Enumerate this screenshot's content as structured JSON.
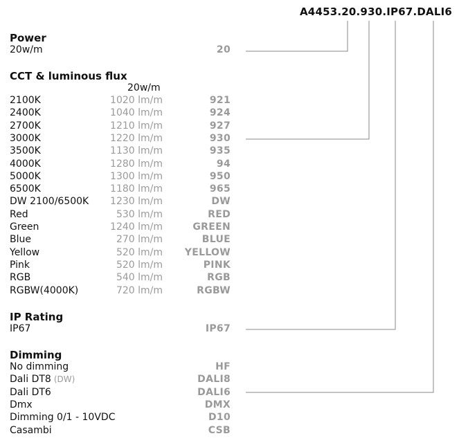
{
  "product_code": "A4453.20.930.IP67.DALI6",
  "power": {
    "heading": "Power",
    "label": "20w/m",
    "code": "20"
  },
  "cct": {
    "heading": "CCT & luminous flux",
    "column_header": "20w/m",
    "rows": [
      {
        "label": "2100K",
        "flux": "1020 lm/m",
        "code": "921"
      },
      {
        "label": "2400K",
        "flux": "1040 lm/m",
        "code": "924"
      },
      {
        "label": "2700K",
        "flux": "1210 lm/m",
        "code": "927"
      },
      {
        "label": "3000K",
        "flux": "1220 lm/m",
        "code": "930"
      },
      {
        "label": "3500K",
        "flux": "1130 lm/m",
        "code": "935"
      },
      {
        "label": "4000K",
        "flux": "1280 lm/m",
        "code": "94"
      },
      {
        "label": "5000K",
        "flux": "1300 lm/m",
        "code": "950"
      },
      {
        "label": "6500K",
        "flux": "1180 lm/m",
        "code": "965"
      },
      {
        "label": "DW 2100/6500K",
        "flux": "1230 lm/m",
        "code": "DW"
      },
      {
        "label": "Red",
        "flux": "530 lm/m",
        "code": "RED"
      },
      {
        "label": "Green",
        "flux": "1240 lm/m",
        "code": "GREEN"
      },
      {
        "label": "Blue",
        "flux": "270 lm/m",
        "code": "BLUE"
      },
      {
        "label": "Yellow",
        "flux": "520 lm/m",
        "code": "YELLOW"
      },
      {
        "label": "Pink",
        "flux": "520 lm/m",
        "code": "PINK"
      },
      {
        "label": "RGB",
        "flux": "540 lm/m",
        "code": "RGB"
      },
      {
        "label": "RGBW(4000K)",
        "flux": "720 lm/m",
        "code": "RGBW"
      }
    ]
  },
  "ip": {
    "heading": "IP Rating",
    "label": "IP67",
    "code": "IP67"
  },
  "dimming": {
    "heading": "Dimming",
    "rows": [
      {
        "label": "No dimming",
        "note": "",
        "code": "HF"
      },
      {
        "label": "Dali DT8",
        "note": "(DW)",
        "code": "DALI8"
      },
      {
        "label": "Dali DT6",
        "note": "",
        "code": "DALI6"
      },
      {
        "label": "Dmx",
        "note": "",
        "code": "DMX"
      },
      {
        "label": "Dimming 0/1 - 10VDC",
        "note": "",
        "code": "D10"
      },
      {
        "label": "Casambi",
        "note": "",
        "code": "CSB"
      }
    ]
  },
  "colors": {
    "text": "#111111",
    "muted": "#9a9a9a",
    "connector": "#888888"
  }
}
